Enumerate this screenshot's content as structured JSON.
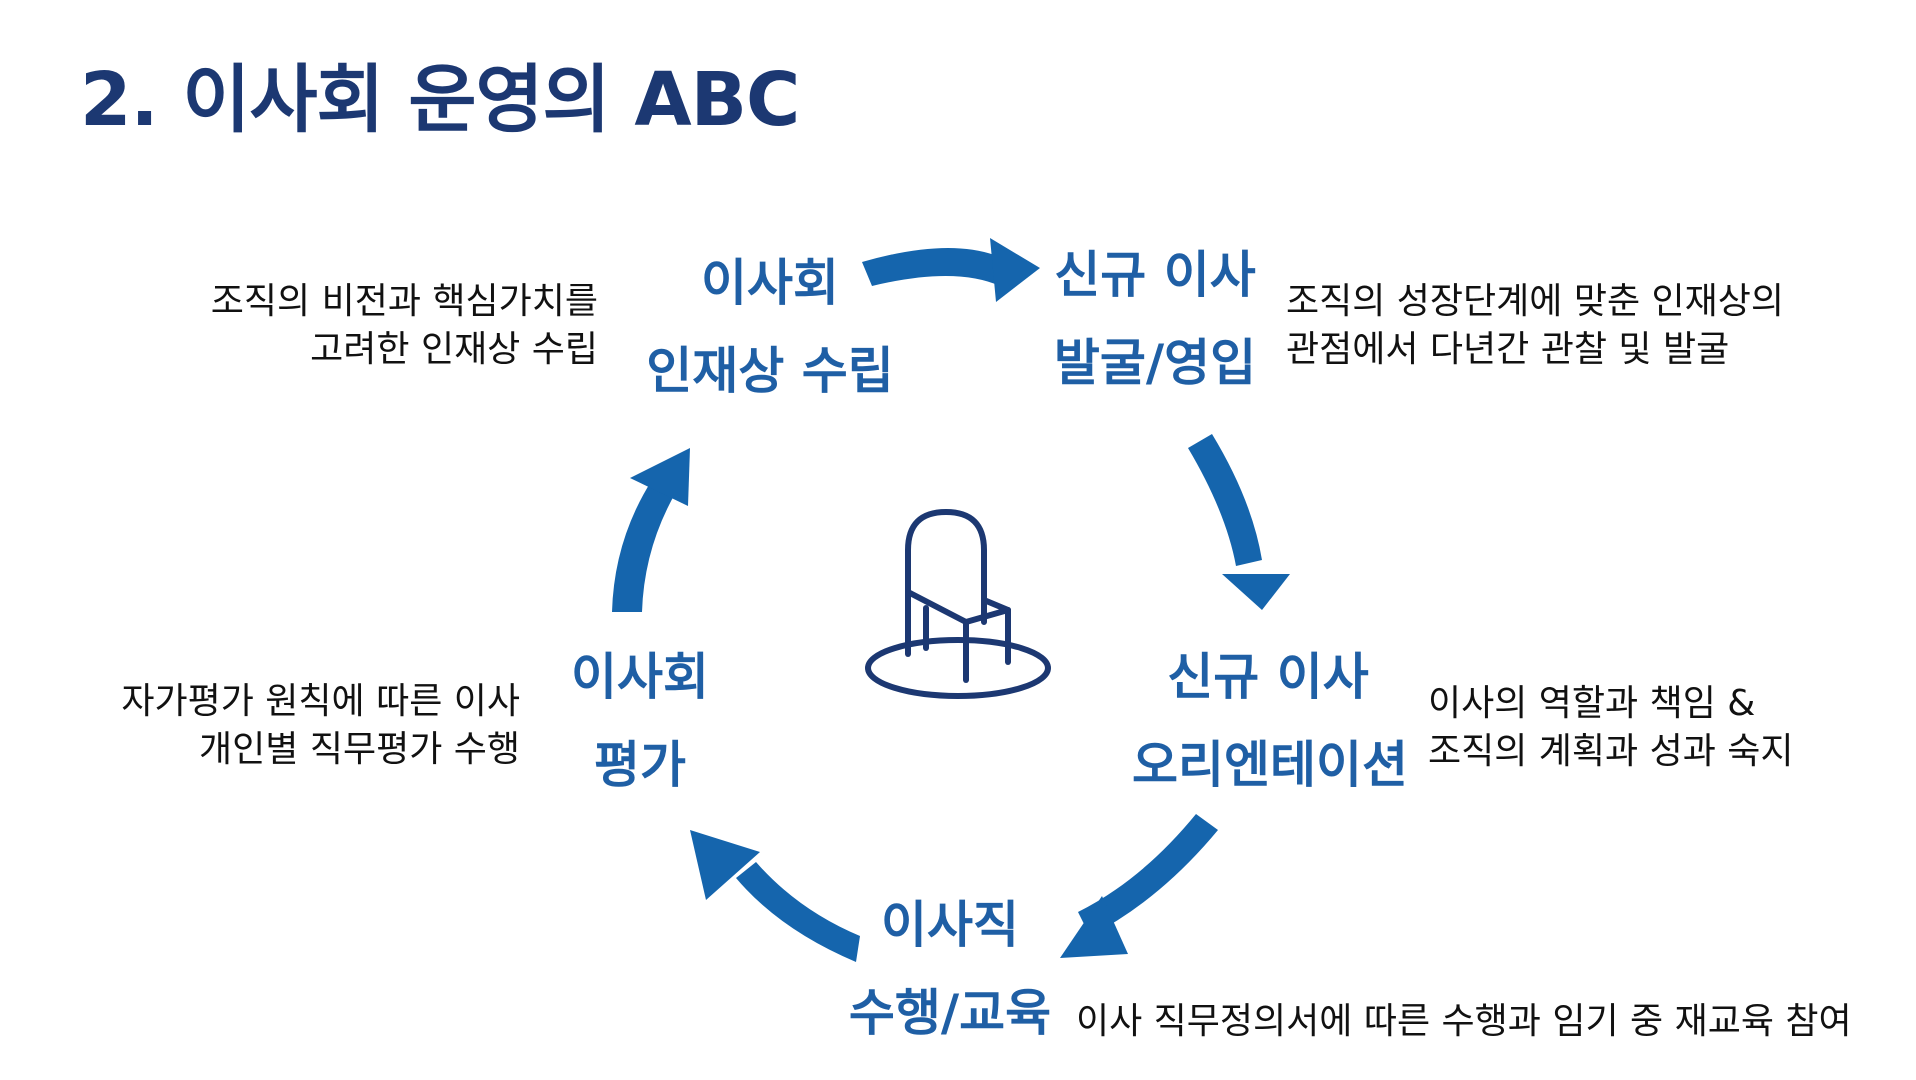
{
  "title": "2. 이사회 운영의 ABC",
  "accent_color": "#1565ad",
  "title_color": "#1c3872",
  "center_icon": "chair-icon",
  "stages": [
    {
      "line1": "이사회",
      "line2": "인재상 수립",
      "description": [
        "조직의 비전과 핵심가치를",
        "고려한 인재상 수립"
      ]
    },
    {
      "line1": "신규 이사",
      "line2": "발굴/영입",
      "description": [
        "조직의 성장단계에 맞춘 인재상의",
        "관점에서 다년간 관찰 및 발굴"
      ]
    },
    {
      "line1": "신규 이사",
      "line2": "오리엔테이션",
      "description": [
        "이사의 역할과 책임 &",
        "조직의 계획과 성과 숙지"
      ]
    },
    {
      "line1": "이사직",
      "line2": "수행/교육",
      "description": [
        "이사 직무정의서에 따른 수행과 임기 중 재교육 참여"
      ]
    },
    {
      "line1": "이사회",
      "line2": "평가",
      "description": [
        "자가평가 원칙에 따른 이사",
        "개인별 직무평가 수행"
      ]
    }
  ]
}
